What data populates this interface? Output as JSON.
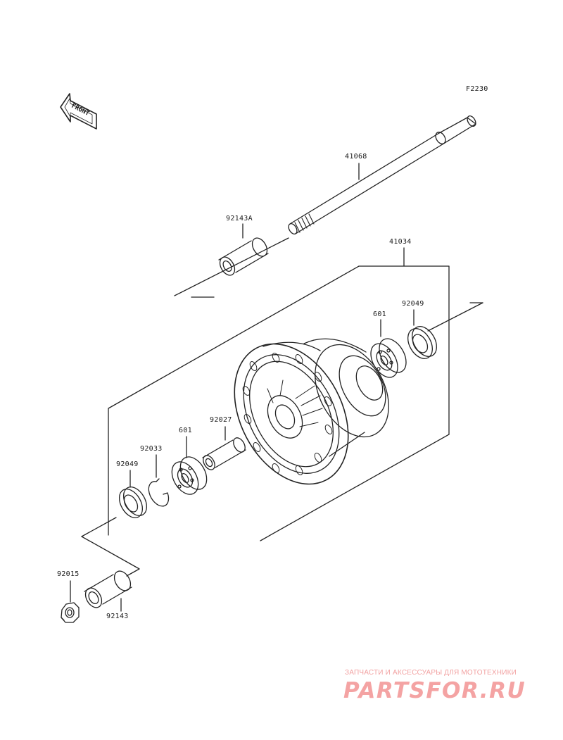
{
  "figure_code": "F2230",
  "front_arrow": {
    "text": "FRONT"
  },
  "parts": {
    "axle": "41068",
    "collar_right": "92143A",
    "hub_assembly": "41034",
    "oil_seal_right": "92049",
    "bearing_right": "601",
    "spacer": "92027",
    "bearing_left": "601",
    "circlip": "92033",
    "oil_seal_left": "92049",
    "nut": "92015",
    "collar_left": "92143"
  },
  "watermark": {
    "subtitle": "ЗАПЧАСТИ И АКСЕССУАРЫ ДЛЯ МОТОТЕХНИКИ",
    "logo": "PARTSFOR.RU",
    "color": "#f4a3a3"
  }
}
